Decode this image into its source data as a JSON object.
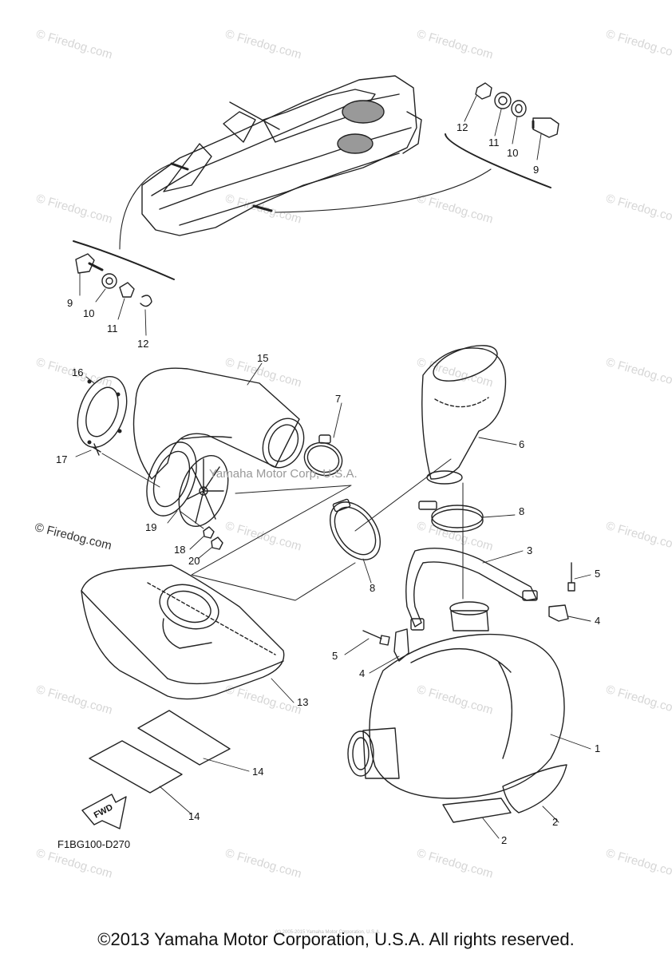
{
  "watermark_text": "© Firedog.com",
  "firedog_label": "© Firedog.com",
  "center_watermark": "Yamaha Motor Corp, U.S.A.",
  "diagram_code": "F1BG100-D270",
  "tiny_text": "(c) 2005-2015 Yamaha Motor Corporation, U.S.A.",
  "copyright": "©2013 Yamaha Motor Corporation, U.S.A. All rights reserved.",
  "fwd_label": "FWD",
  "callouts": {
    "c12a": "12",
    "c11a": "11",
    "c10a": "10",
    "c9a": "9",
    "c9b": "9",
    "c10b": "10",
    "c11b": "11",
    "c12b": "12",
    "c15": "15",
    "c16": "16",
    "c7": "7",
    "c6": "6",
    "c17": "17",
    "c19": "19",
    "c18": "18",
    "c20": "20",
    "c8a": "8",
    "c8b": "8",
    "c3": "3",
    "c5a": "5",
    "c4a": "4",
    "c5b": "5",
    "c4b": "4",
    "c13": "13",
    "c1": "1",
    "c14a": "14",
    "c14b": "14",
    "c2a": "2",
    "c2b": "2"
  }
}
